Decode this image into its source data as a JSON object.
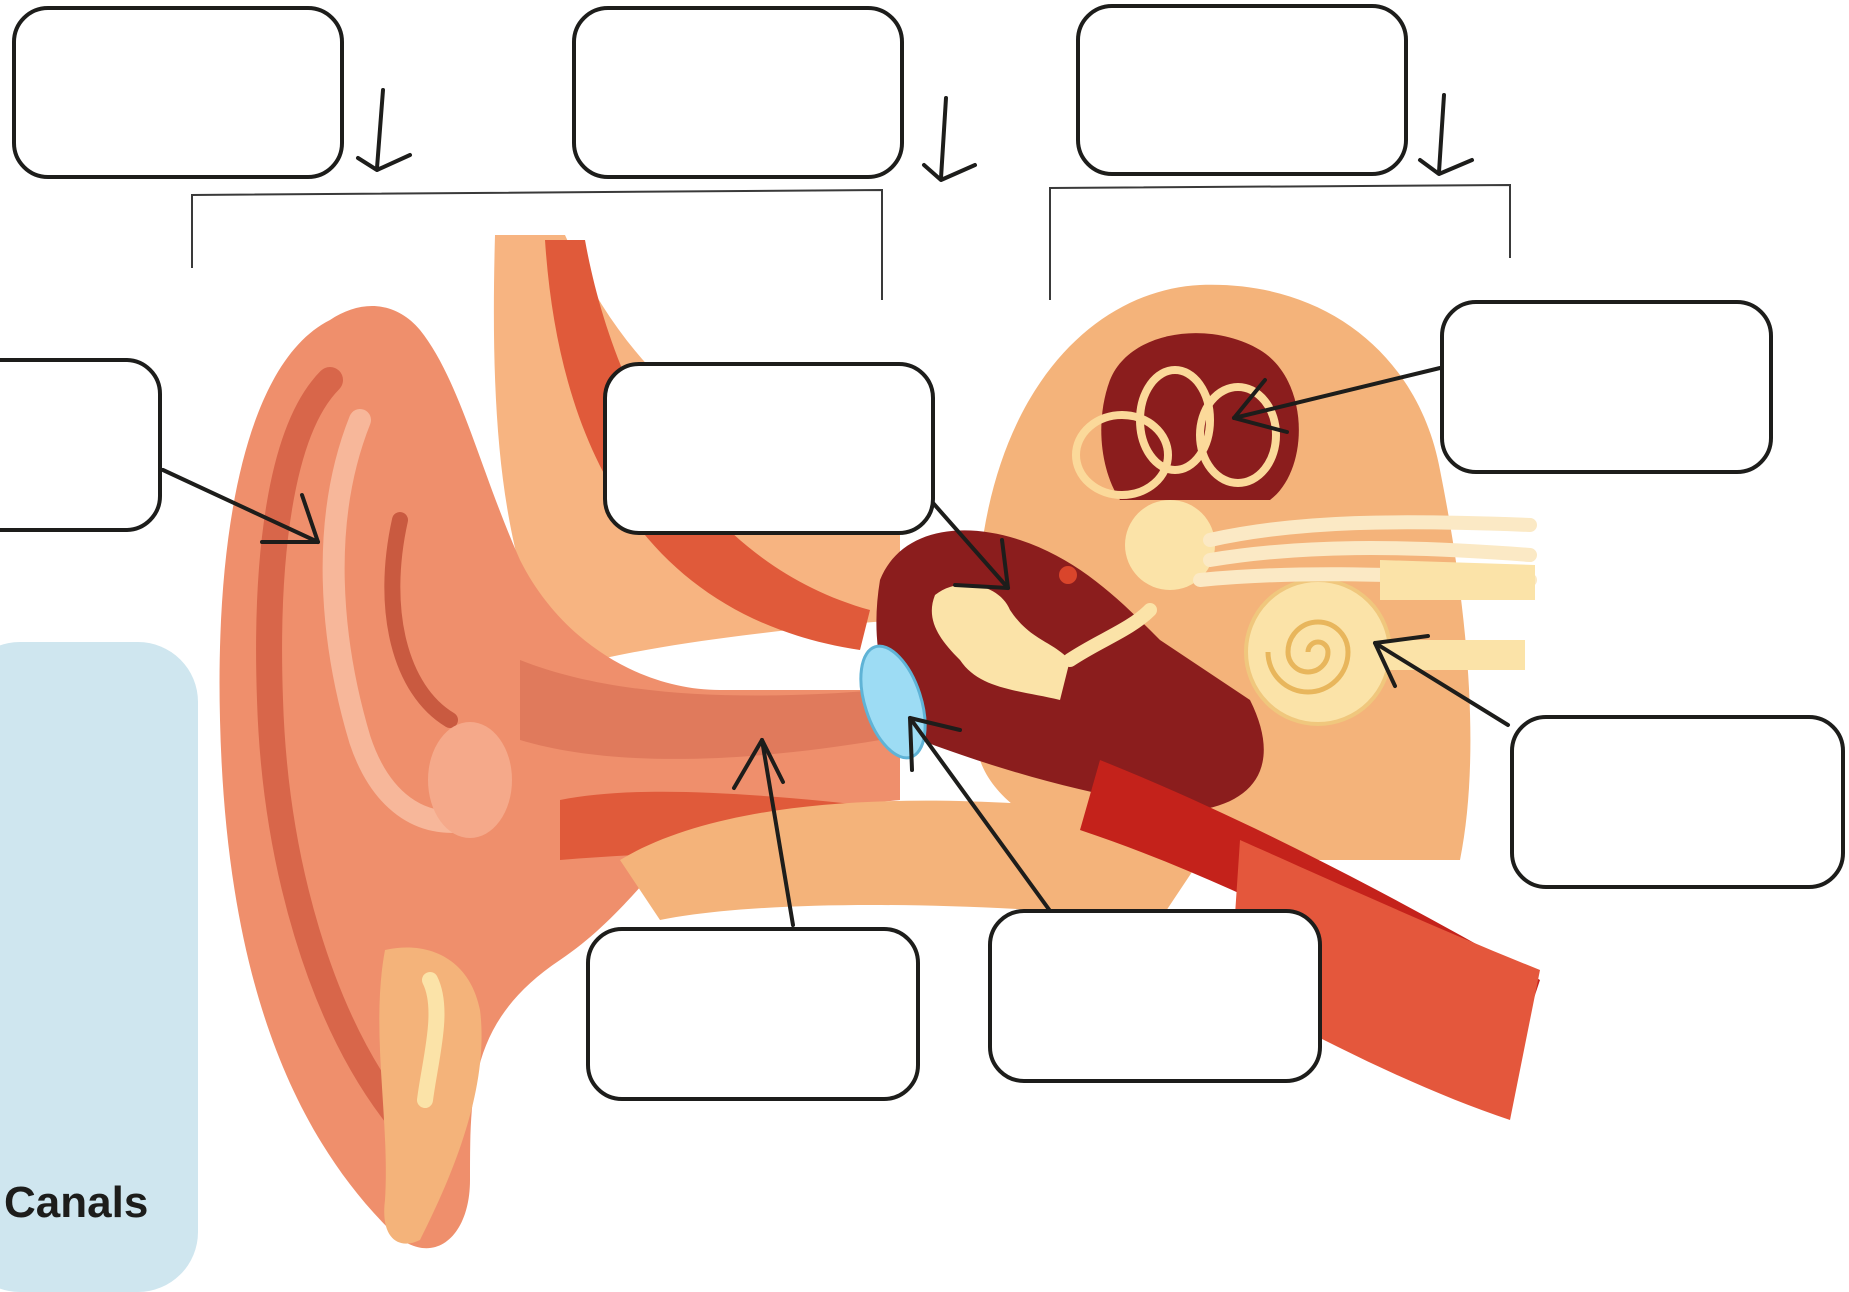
{
  "diagram": {
    "legend": {
      "visible_text": "Canals"
    },
    "label_boxes": [
      {
        "id": "top-left",
        "text": ""
      },
      {
        "id": "top-middle",
        "text": ""
      },
      {
        "id": "top-right",
        "text": ""
      },
      {
        "id": "left",
        "text": ""
      },
      {
        "id": "center",
        "text": ""
      },
      {
        "id": "right-upper",
        "text": ""
      },
      {
        "id": "right-lower",
        "text": ""
      },
      {
        "id": "bottom-middle",
        "text": ""
      },
      {
        "id": "bottom-right",
        "text": ""
      }
    ],
    "colors": {
      "outline": "#1d1d1b",
      "legend_panel": "#cfe6ef",
      "skin": "#ef8f6c",
      "bone": "#f4b37a",
      "muscle": "#d9452b",
      "chamber": "#8b1d1d",
      "cochlea": "#fbe3a8",
      "eardrum": "#9ddcf4"
    }
  }
}
